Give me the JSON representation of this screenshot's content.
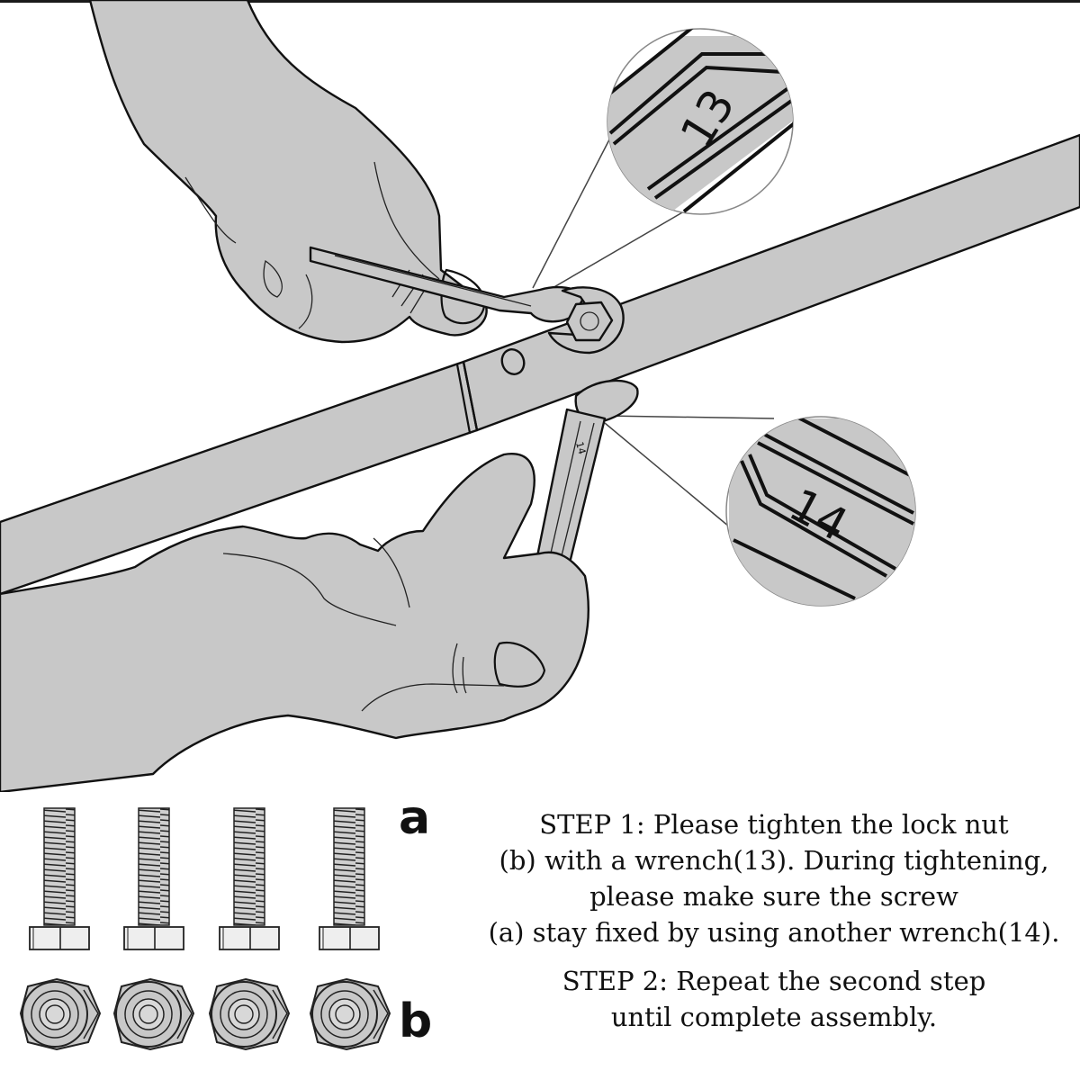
{
  "illustration": {
    "title": "Tightening the lock nut with two wrenches",
    "callouts": [
      {
        "label": "13",
        "refers_to": "upper wrench"
      },
      {
        "label": "14",
        "refers_to": "lower wrench"
      }
    ],
    "colors": {
      "fill": "#c8c8c8",
      "ink": "#111111",
      "background": "#ffffff"
    }
  },
  "hardware": {
    "screw_label": "a",
    "nut_label": "b",
    "screw_count": 4,
    "nut_count": 4
  },
  "instructions": {
    "step1": {
      "lines": [
        "STEP 1: Please tighten the lock nut",
        "(b) with a wrench(13). During tightening,",
        "please make sure the screw",
        "(a) stay fixed by using another wrench(14)."
      ]
    },
    "step2": {
      "lines": [
        "STEP 2: Repeat the second step",
        "until complete assembly."
      ]
    }
  }
}
